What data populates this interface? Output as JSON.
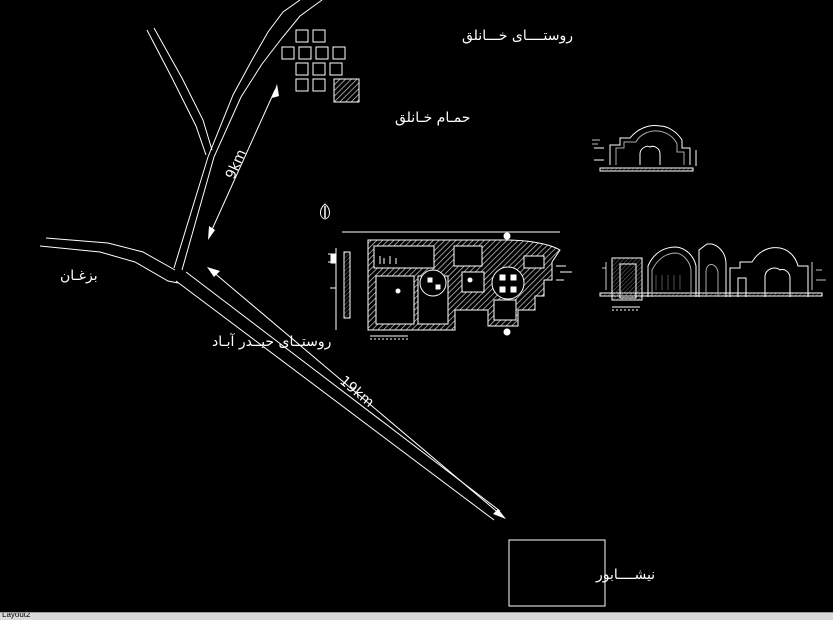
{
  "labels": {
    "village_khaneq": "روستــــای خـــانلق",
    "bath_khaneq": "حمـام خـانلق",
    "village_bazghan": "بزغـان",
    "village_heydarabad": "روستــای حیــدر آبـاد",
    "city_neyshabur": "نیشــــابور",
    "distance_9km": "9km",
    "distance_19km": "19km"
  },
  "status_bar": {
    "tab": "Layout2"
  },
  "colors": {
    "background": "#000000",
    "lines": "#ffffff",
    "hatch": "#bbbbbb",
    "status_bar": "#d9d9d9"
  }
}
